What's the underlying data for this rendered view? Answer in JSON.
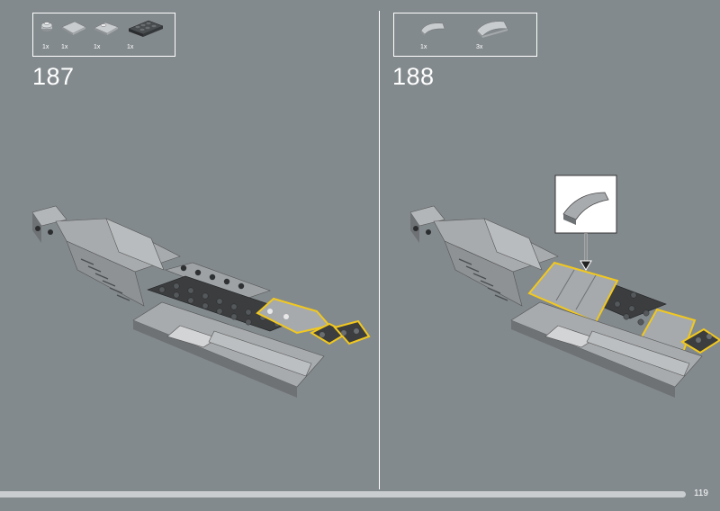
{
  "steps": [
    {
      "number": "187",
      "parts": [
        {
          "qty": "1x",
          "icon": "round-plate-1x1-icon",
          "color": "#b9bdc0"
        },
        {
          "qty": "1x",
          "icon": "wedge-plate-icon",
          "color": "#b9bdc0"
        },
        {
          "qty": "1x",
          "icon": "plate-with-stud-icon",
          "color": "#b9bdc0"
        },
        {
          "qty": "1x",
          "icon": "dark-plate-2x4-icon",
          "color": "#3b3d3f"
        }
      ]
    },
    {
      "number": "188",
      "parts": [
        {
          "qty": "1x",
          "icon": "curved-slope-small-icon",
          "color": "#b9bdc0"
        },
        {
          "qty": "3x",
          "icon": "curved-slope-large-icon",
          "color": "#b9bdc0"
        }
      ],
      "callout_icon": "curved-slope-callout-icon"
    }
  ],
  "page_number": "119",
  "colors": {
    "background": "#838a8d",
    "highlight": "#f2c81e",
    "light_gray": "#a9acae",
    "dark_gray": "#3b3d3f"
  }
}
